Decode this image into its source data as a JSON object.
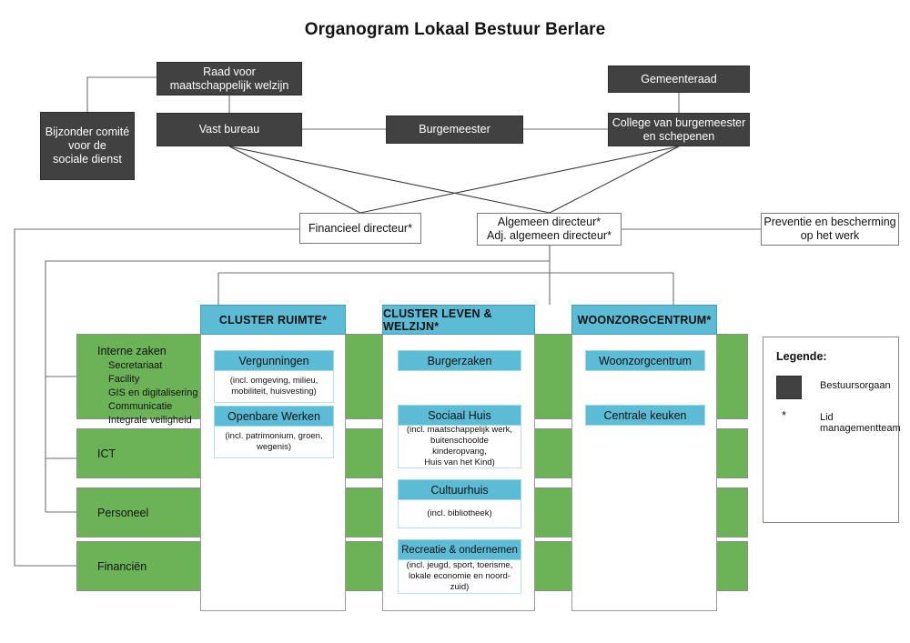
{
  "title": "Organogram Lokaal Bestuur Berlare",
  "colors": {
    "governance_box": "#414141",
    "service_bar_green": "#6BB356",
    "cluster_blue": "#5CBCD6",
    "page_background": "#ffffff",
    "connector_line": "#6f6f6f"
  },
  "governance": {
    "raad_voor_maatschappelijk_welzijn": "Raad voor\nmaatschappelijk welzijn",
    "raad_line1": "Raad voor",
    "raad_line2": "maatschappelijk welzijn",
    "bijzonder_comite_line1": "Bijzonder comité",
    "bijzonder_comite_line2": "voor de",
    "bijzonder_comite_line3": "sociale dienst",
    "vast_bureau": "Vast bureau",
    "burgemeester": "Burgemeester",
    "gemeenteraad": "Gemeenteraad",
    "college_line1": "College van burgemeester",
    "college_line2": "en schepenen"
  },
  "directors": {
    "financieel_directeur": "Financieel directeur*",
    "algemeen_directeur_line1": "Algemeen directeur*",
    "algemeen_directeur_line2": "Adj. algemeen directeur*",
    "preventie_line1": "Preventie en bescherming",
    "preventie_line2": "op het werk"
  },
  "support_services": [
    {
      "name": "Interne zaken",
      "subitems": [
        "Secretariaat",
        "Facility",
        "GIS en digitalisering",
        "Communicatie",
        "Integrale veiligheid"
      ]
    },
    {
      "name": "ICT",
      "subitems": []
    },
    {
      "name": "Personeel",
      "subitems": []
    },
    {
      "name": "Financiën",
      "subitems": []
    }
  ],
  "clusters": [
    {
      "header": "CLUSTER RUIMTE*",
      "units": [
        {
          "title": "Vergunningen",
          "detail": "(incl. omgeving, milieu,\nmobiliteit, huisvesting)",
          "detail_line1": "(incl. omgeving, milieu,",
          "detail_line2": "mobiliteit, huisvesting)"
        },
        {
          "title": "Openbare Werken",
          "detail": "(incl. patrimonium, groen,\nwegenis)",
          "detail_line1": "(incl. patrimonium, groen,",
          "detail_line2": "wegenis)"
        }
      ]
    },
    {
      "header": "CLUSTER LEVEN & WELZIJN*",
      "units": [
        {
          "title": "Burgerzaken",
          "detail": "",
          "detail_line1": "",
          "detail_line2": ""
        },
        {
          "title": "Sociaal Huis",
          "detail": "(incl. maatschappelijk werk, buitenschoolde kinderopvang, Huis van het Kind)",
          "detail_line1": "(incl. maatschappelijk werk,",
          "detail_line2": "buitenschoolde kinderopvang,",
          "detail_line3": "Huis van het Kind)"
        },
        {
          "title": "Cultuurhuis",
          "detail": "(incl. bibliotheek)",
          "detail_line1": "(incl. bibliotheek)",
          "detail_line2": ""
        },
        {
          "title": "Recreatie & ondernemen",
          "detail": "(incl. jeugd, sport, toerisme, lokale economie en noord-zuid)",
          "detail_line1": "(incl. jeugd, sport, toerisme,",
          "detail_line2": "lokale economie en noord-zuid)"
        }
      ]
    },
    {
      "header": "WOONZORGCENTRUM*",
      "units": [
        {
          "title": "Woonzorgcentrum",
          "detail": "",
          "detail_line1": "",
          "detail_line2": ""
        },
        {
          "title": "Centrale keuken",
          "detail": "",
          "detail_line1": "",
          "detail_line2": ""
        }
      ]
    }
  ],
  "legend": {
    "title": "Legende:",
    "swatch_label": "Bestuursorgaan",
    "star_symbol": "*",
    "star_label": "Lid managementteam"
  }
}
